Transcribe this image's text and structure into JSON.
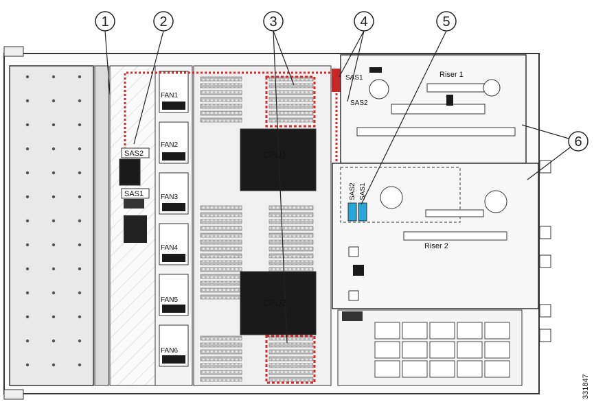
{
  "callouts": [
    "1",
    "2",
    "3",
    "4",
    "5",
    "6"
  ],
  "fans": [
    "FAN1",
    "FAN2",
    "FAN3",
    "FAN4",
    "FAN5",
    "FAN6"
  ],
  "cpus": [
    "CPU1",
    "CPU2"
  ],
  "risers": [
    "Riser 1",
    "Riser 2"
  ],
  "sas_left": [
    "SAS2",
    "SAS1"
  ],
  "sas_top": [
    "SAS1",
    "SAS2"
  ],
  "sas_riser2": [
    "SAS2",
    "SAS1"
  ],
  "figure_id": "331847",
  "colors": {
    "highlight_red": "#d42a2a",
    "highlight_blue": "#2aa7d8",
    "heatsink": "#1a1a1a",
    "outline": "#333333",
    "panel": "#f2f2f2"
  }
}
